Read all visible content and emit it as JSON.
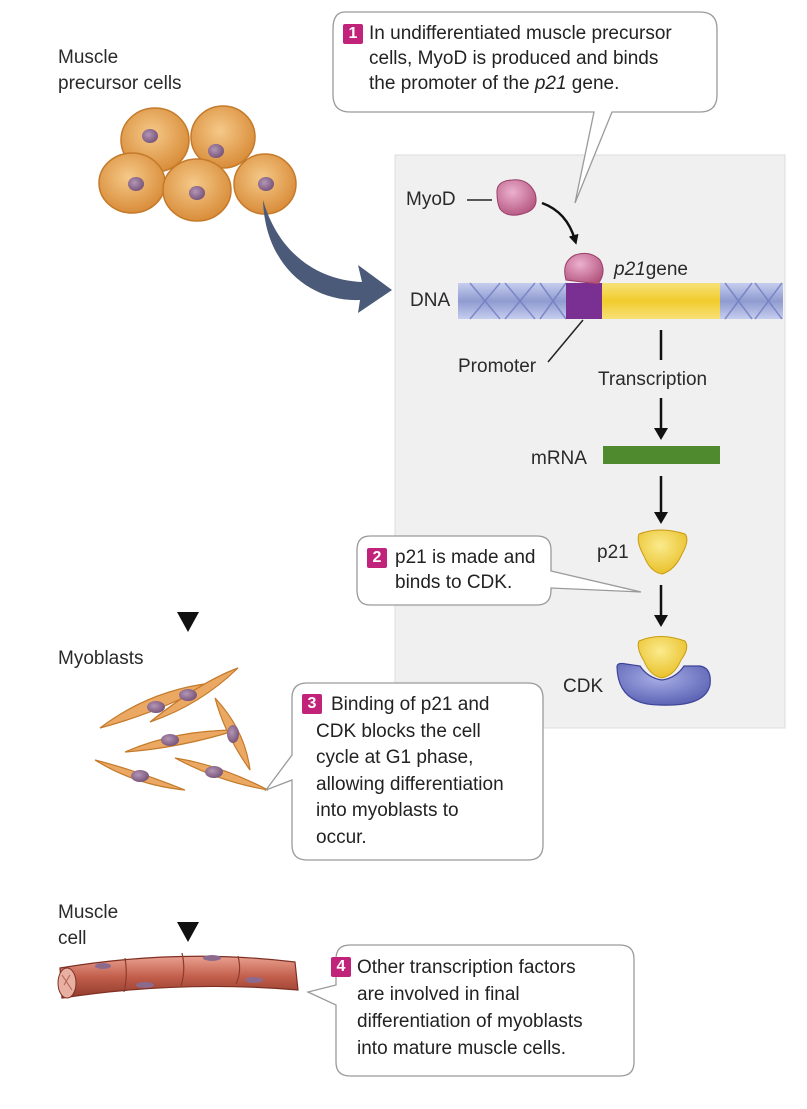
{
  "labels": {
    "muscle_precursor_line1": "Muscle",
    "muscle_precursor_line2": "precursor cells",
    "myoblasts": "Myoblasts",
    "muscle_cell_line1": "Muscle",
    "muscle_cell_line2": "cell",
    "myod": "MyoD",
    "dna": "DNA",
    "p21_italic": "p21",
    "gene": "gene",
    "promoter": "Promoter",
    "transcription": "Transcription",
    "mrna": "mRNA",
    "p21": "p21",
    "cdk": "CDK"
  },
  "steps": [
    {
      "number": "1",
      "lines": [
        "In undifferentiated muscle precursor",
        "cells, MyoD is produced and binds"
      ],
      "line3_pre": "the promoter of the ",
      "line3_italic": "p21",
      "line3_post": " gene."
    },
    {
      "number": "2",
      "lines": [
        "p21 is made and",
        "binds to CDK."
      ]
    },
    {
      "number": "3",
      "lines": [
        "Binding of p21 and",
        "CDK blocks the cell",
        "cycle at G1 phase,",
        "allowing differentiation",
        "into myoblasts to",
        "occur."
      ]
    },
    {
      "number": "4",
      "lines": [
        "Other transcription factors",
        "are involved in final",
        "differentiation of myoblasts",
        "into mature muscle cells."
      ]
    }
  ],
  "colors": {
    "step_badge": "#c2237a",
    "cell_fill": "#e8a859",
    "nucleus": "#8c6a8e",
    "dna_strand": "#8f9bd0",
    "promoter": "#7a2f93",
    "gene": "#f2d13a",
    "mrna": "#4f8a2f",
    "myod": "#c76f9b",
    "p21": "#f3d34a",
    "cdk": "#6d74c6",
    "muscle_fiber": "#c25e4b",
    "curved_arrow": "#4b5a78"
  }
}
